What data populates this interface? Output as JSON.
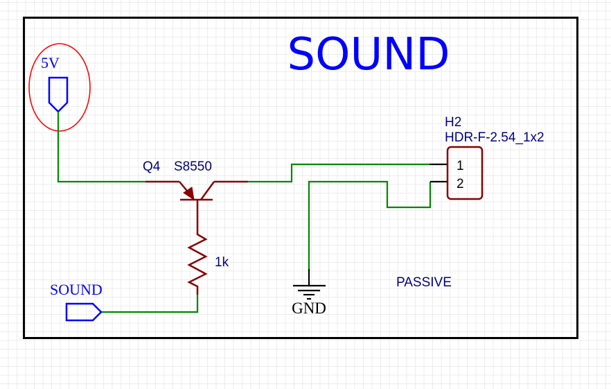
{
  "sheet": {
    "title": "SOUND",
    "title_color": "#0000ff"
  },
  "colors": {
    "wire": "#008800",
    "component": "#880000",
    "pin": "#000000",
    "net_port": "#0000ff",
    "designator_text": "#000080",
    "highlight_circle": "#ff0000",
    "frame": "#000000"
  },
  "power_ports": {
    "vcc": {
      "label": "5V",
      "icon": "power-flag-icon"
    },
    "gnd": {
      "label": "GND",
      "icon": "ground-icon"
    }
  },
  "net_ports": {
    "sound": {
      "label": "SOUND",
      "icon": "net-port-arrow-icon"
    }
  },
  "components": {
    "transistor": {
      "designator": "Q4",
      "value": "S8550",
      "icon": "pnp-transistor-icon"
    },
    "resistor": {
      "value": "1k",
      "icon": "resistor-icon"
    },
    "header": {
      "designator": "H2",
      "value": "HDR-F-2.54_1x2",
      "pins": [
        "1",
        "2"
      ],
      "icon": "header-connector-icon"
    }
  },
  "annotations": {
    "passive": "PASSIVE"
  }
}
